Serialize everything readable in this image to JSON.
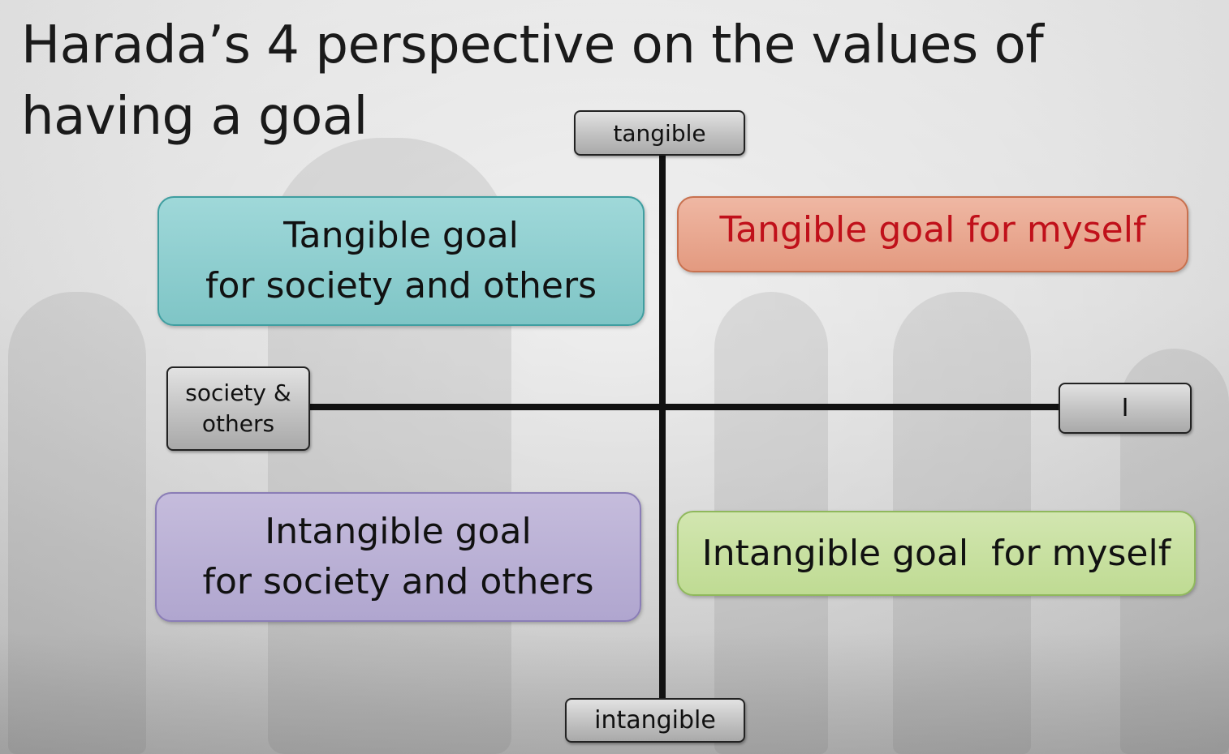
{
  "slide": {
    "title": "Harada’s 4 perspective on the values of having a goal"
  },
  "axes": {
    "top_label": "tangible",
    "bottom_label": "intangible",
    "left_label_line1": "society &",
    "left_label_line2": "others",
    "right_label": "I"
  },
  "quadrants": {
    "top_left_line1": "Tangible goal",
    "top_left_line2": "for society and others",
    "top_right": "Tangible goal for myself",
    "bottom_left_line1": "Intangible goal",
    "bottom_left_line2": "for society and others",
    "bottom_right": "Intangible goal  for myself"
  },
  "colors": {
    "top_left_fill": "#8fcfd0",
    "top_right_fill": "#e9a88f",
    "top_right_text": "#c0101a",
    "bottom_left_fill": "#bbb1d6",
    "bottom_right_fill": "#c9e1a2",
    "axis": "#111111"
  }
}
